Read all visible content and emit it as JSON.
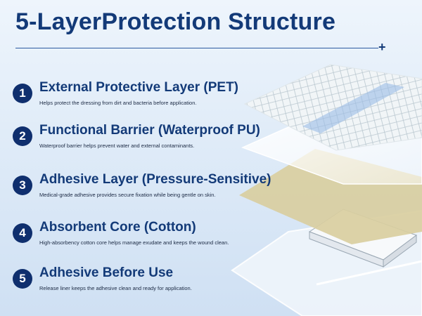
{
  "title": "5-LayerProtection Structure",
  "layers": [
    {
      "number": "1",
      "heading": "External Protective Layer (PET)",
      "description": "Helps protect the dressing from dirt and bacteria before application."
    },
    {
      "number": "2",
      "heading": "Functional Barrier (Waterproof PU)",
      "description": "Waterproof barrier helps prevent water and external contaminants."
    },
    {
      "number": "3",
      "heading": "Adhesive Layer (Pressure-Sensitive)",
      "description": "Medical-grade adhesive provides secure fixation while being gentle on skin."
    },
    {
      "number": "4",
      "heading": "Absorbent Core (Cotton)",
      "description": "High-absorbency cotton core helps manage exudate and keeps the wound clean."
    },
    {
      "number": "5",
      "heading": "Adhesive Before Use",
      "description": "Release liner keeps the adhesive clean and ready for application."
    }
  ],
  "colors": {
    "navy": "#133a78",
    "badge": "#0f2f6e",
    "adhesive": "#d9ceA0"
  }
}
